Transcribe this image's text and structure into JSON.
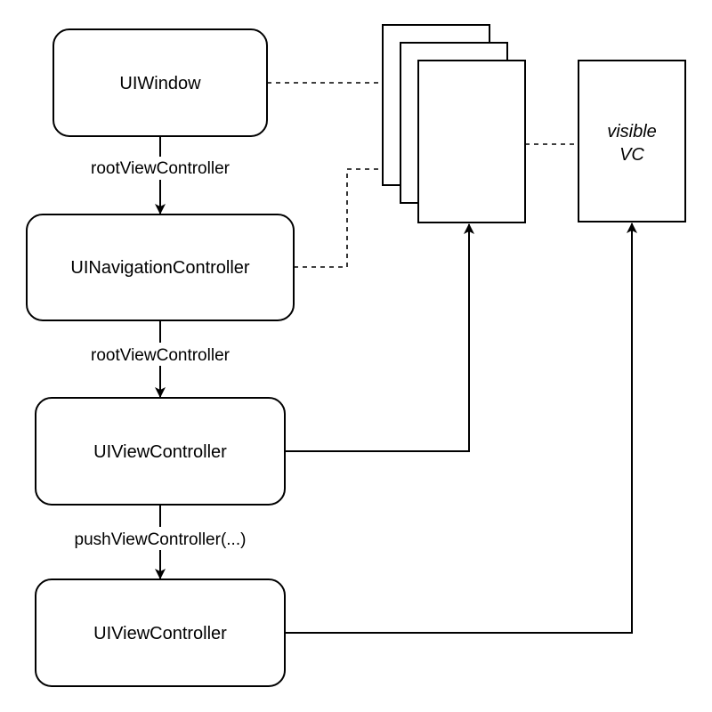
{
  "nodes": {
    "window": "UIWindow",
    "nav_controller": "UINavigationController",
    "view_controller_1": "UIViewController",
    "view_controller_2": "UIViewController",
    "visible_vc_line1": "visible",
    "visible_vc_line2": "VC"
  },
  "edges": {
    "window_to_nav": "rootViewController",
    "nav_to_vc1": "rootViewController",
    "vc1_to_vc2": "pushViewController(...)"
  }
}
